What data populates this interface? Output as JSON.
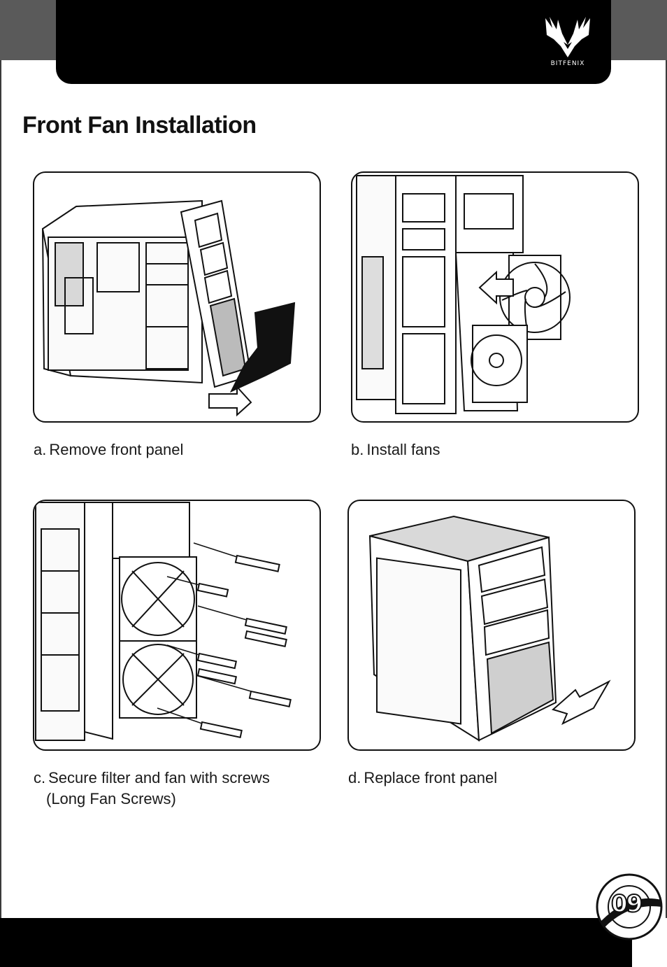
{
  "header": {
    "brand_logo_text": "BITFENIX",
    "brand_mark": "phoenix-logo"
  },
  "page": {
    "title": "Front Fan Installation",
    "number": "09"
  },
  "steps": [
    {
      "label": "a.",
      "text": "Remove front panel",
      "illustration": "remove-front-panel"
    },
    {
      "label": "b.",
      "text": "Install fans",
      "illustration": "install-fans"
    },
    {
      "label": "c.",
      "text": "Secure filter and fan with screws",
      "subtext": "(Long Fan Screws)",
      "illustration": "secure-screws"
    },
    {
      "label": "d.",
      "text": "Replace front panel",
      "illustration": "replace-front-panel"
    }
  ],
  "colors": {
    "ink": "#000000",
    "gray": "#5a5a5a",
    "paper": "#ffffff"
  }
}
